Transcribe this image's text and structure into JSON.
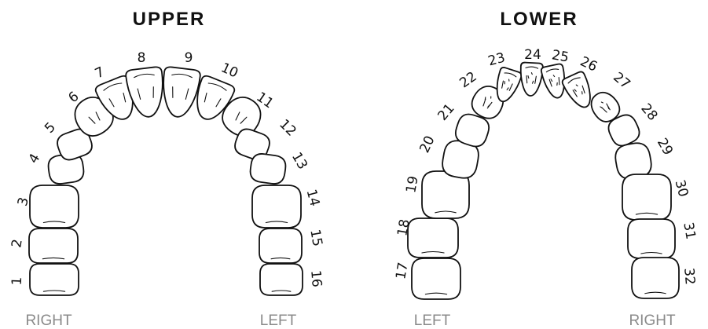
{
  "upper": {
    "title": "UPPER",
    "right_label": "RIGHT",
    "left_label": "LEFT",
    "teeth": [
      {
        "num": "1",
        "type": "molar"
      },
      {
        "num": "2",
        "type": "molar"
      },
      {
        "num": "3",
        "type": "molar"
      },
      {
        "num": "4",
        "type": "premolar"
      },
      {
        "num": "5",
        "type": "premolar"
      },
      {
        "num": "6",
        "type": "canine"
      },
      {
        "num": "7",
        "type": "incisor"
      },
      {
        "num": "8",
        "type": "incisor"
      },
      {
        "num": "9",
        "type": "incisor"
      },
      {
        "num": "10",
        "type": "incisor"
      },
      {
        "num": "11",
        "type": "canine"
      },
      {
        "num": "12",
        "type": "premolar"
      },
      {
        "num": "13",
        "type": "premolar"
      },
      {
        "num": "14",
        "type": "molar"
      },
      {
        "num": "15",
        "type": "molar"
      },
      {
        "num": "16",
        "type": "molar"
      }
    ]
  },
  "lower": {
    "title": "LOWER",
    "left_label": "LEFT",
    "right_label": "RIGHT",
    "teeth": [
      {
        "num": "17",
        "type": "molar"
      },
      {
        "num": "18",
        "type": "molar"
      },
      {
        "num": "19",
        "type": "molar"
      },
      {
        "num": "20",
        "type": "premolar"
      },
      {
        "num": "21",
        "type": "premolar"
      },
      {
        "num": "22",
        "type": "canine"
      },
      {
        "num": "23",
        "type": "incisor"
      },
      {
        "num": "24",
        "type": "incisor"
      },
      {
        "num": "25",
        "type": "incisor"
      },
      {
        "num": "26",
        "type": "incisor"
      },
      {
        "num": "27",
        "type": "canine"
      },
      {
        "num": "28",
        "type": "premolar"
      },
      {
        "num": "29",
        "type": "premolar"
      },
      {
        "num": "30",
        "type": "molar"
      },
      {
        "num": "31",
        "type": "molar"
      },
      {
        "num": "32",
        "type": "molar"
      }
    ]
  }
}
